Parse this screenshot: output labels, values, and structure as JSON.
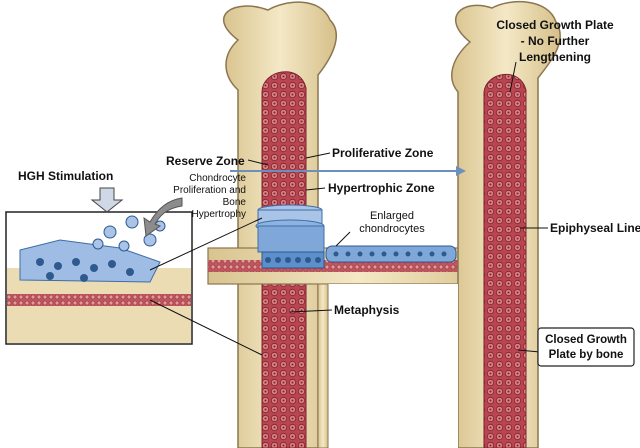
{
  "labels": {
    "closed_plate_title": [
      "Closed Growth Plate",
      "- No Further",
      "Lengthening"
    ],
    "proliferative_zone": "Proliferative Zone",
    "reserve_zone": "Reserve Zone",
    "hgh_stimulation": "HGH Stimulation",
    "chondrocyte_note": [
      "Chondrocyte",
      "Proliferation and",
      "Bone",
      "Hypertrophy"
    ],
    "hypertrophic_zone": "Hypertrophic Zone",
    "enlarged_chondrocytes": [
      "Enlarged",
      "chondrocytes"
    ],
    "epiphyseal_line": "Epiphyseal Line",
    "metaphysis": "Metaphysis",
    "closed_plate_bone": [
      "Closed Growth",
      "Plate by bone"
    ]
  },
  "colors": {
    "bone": "#ecdcb3",
    "marrow": "#b8454f",
    "cartilage": "#7fa8d8",
    "arrow": "#6b8fbf"
  }
}
